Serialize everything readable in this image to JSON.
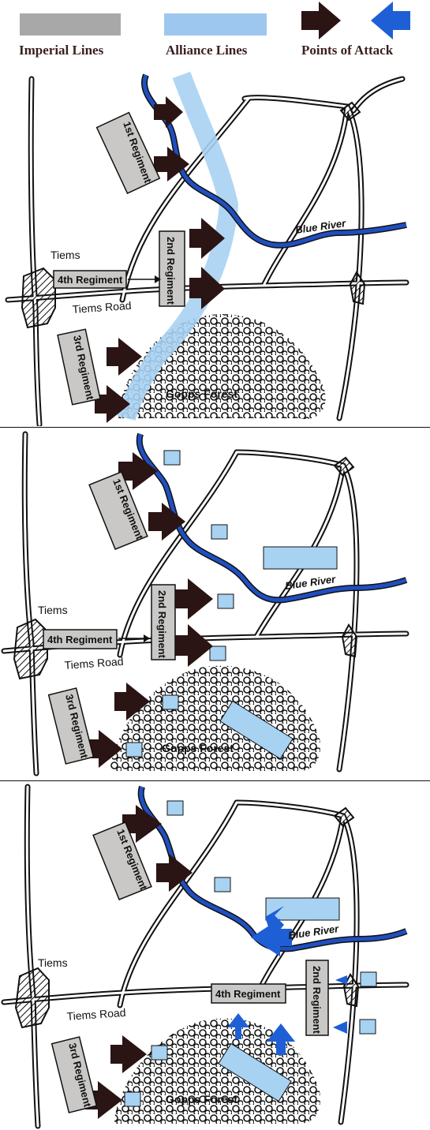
{
  "legend": {
    "imperial_lines": "Imperial Lines",
    "alliance_lines": "Alliance Lines",
    "points_of_attack": "Points of Attack",
    "colors": {
      "imperial_swatch": "#a9a8a8",
      "alliance_swatch": "#9ec7ef",
      "attack_dark": "#2b1414",
      "attack_blue": "#1e5fd6"
    }
  },
  "map": {
    "town": "Tiems",
    "road": "Tiems Road",
    "forest": "Gopps Forest",
    "river": "Blue River",
    "regiments": {
      "first": "1st Regiment",
      "second": "2nd Regiment",
      "third": "3rd Regiment",
      "fourth": "4th Regiment"
    },
    "colors": {
      "river": "#1f4fc0",
      "alliance": "#a7d2f2",
      "regiment_box": "#c9c8c6",
      "ink": "#111111"
    }
  }
}
